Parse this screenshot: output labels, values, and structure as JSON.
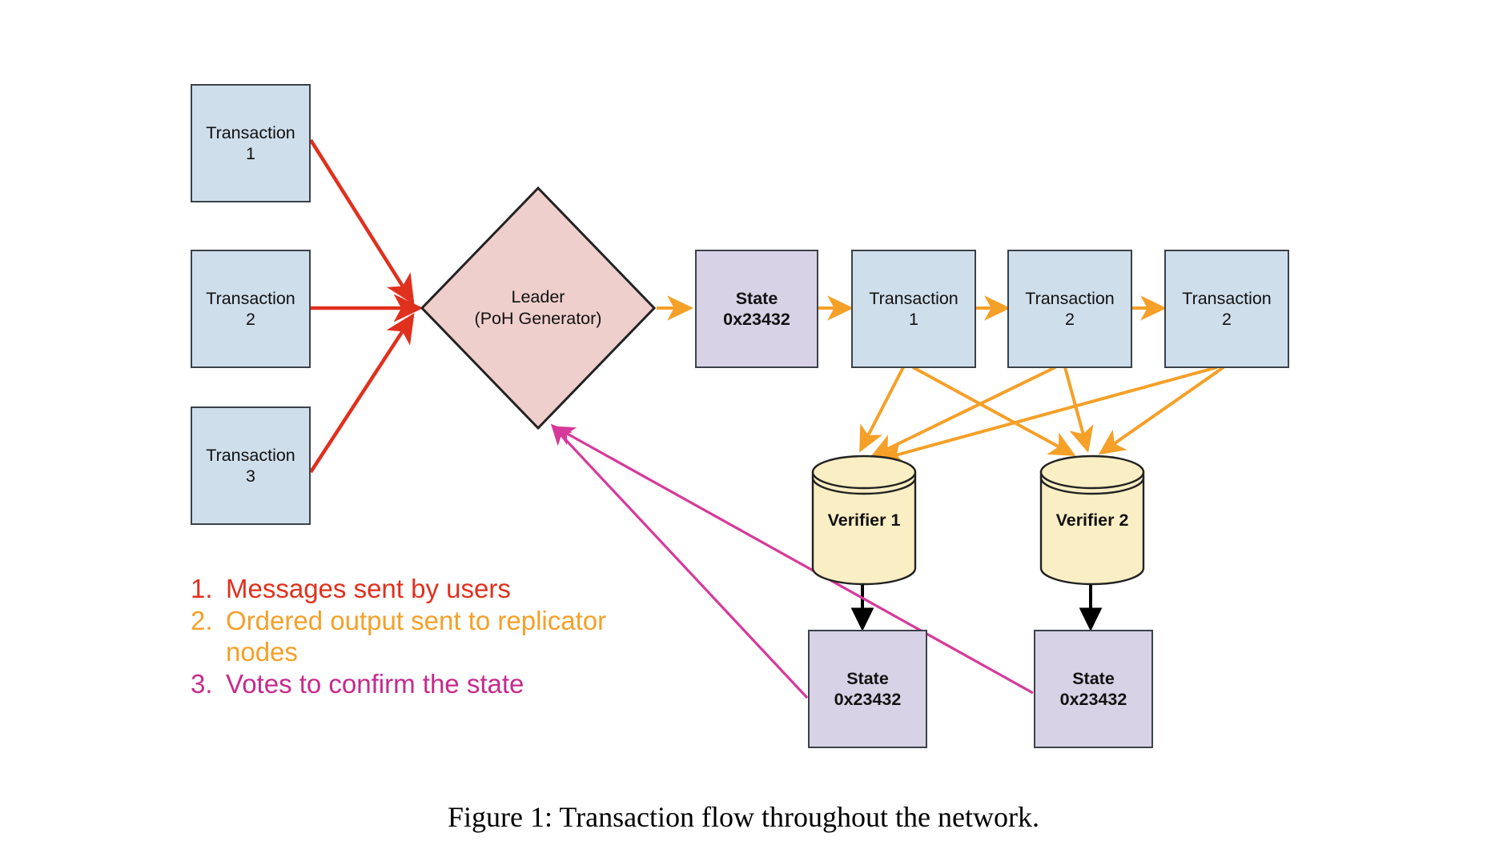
{
  "figure": {
    "caption": "Figure 1:  Transaction flow throughout the network."
  },
  "colors": {
    "tx_fill": "#cfdeeb",
    "state_fill": "#d8d2e6",
    "leader_fill": "#eecfcc",
    "verifier_fill": "#faeec4",
    "node_stroke": "#3b4149",
    "shape_stroke": "#222222",
    "flow_messages": "#e0301e",
    "flow_ordered": "#f5a028",
    "flow_votes": "#d6399a",
    "arrow_black": "#000000"
  },
  "inputs": {
    "transactions": [
      {
        "title": "Transaction",
        "number": "1"
      },
      {
        "title": "Transaction",
        "number": "2"
      },
      {
        "title": "Transaction",
        "number": "3"
      }
    ]
  },
  "leader": {
    "line1": "Leader",
    "line2": "(PoH Generator)"
  },
  "ledger": {
    "state": {
      "title": "State",
      "hash": "0x23432"
    },
    "entries": [
      {
        "title": "Transaction",
        "number": "1"
      },
      {
        "title": "Transaction",
        "number": "2"
      },
      {
        "title": "Transaction",
        "number": "2"
      }
    ]
  },
  "verifiers": [
    {
      "label": "Verifier 1"
    },
    {
      "label": "Verifier 2"
    }
  ],
  "verifier_states": [
    {
      "title": "State",
      "hash": "0x23432"
    },
    {
      "title": "State",
      "hash": "0x23432"
    }
  ],
  "legend": {
    "items": [
      {
        "num": "1.",
        "text": "Messages sent by users",
        "color": "#e0301e"
      },
      {
        "num": "2.",
        "text": "Ordered output sent to replicator nodes",
        "color": "#f5a028"
      },
      {
        "num": "3.",
        "text": "Votes to confirm the state",
        "color": "#c62a8c"
      }
    ]
  }
}
